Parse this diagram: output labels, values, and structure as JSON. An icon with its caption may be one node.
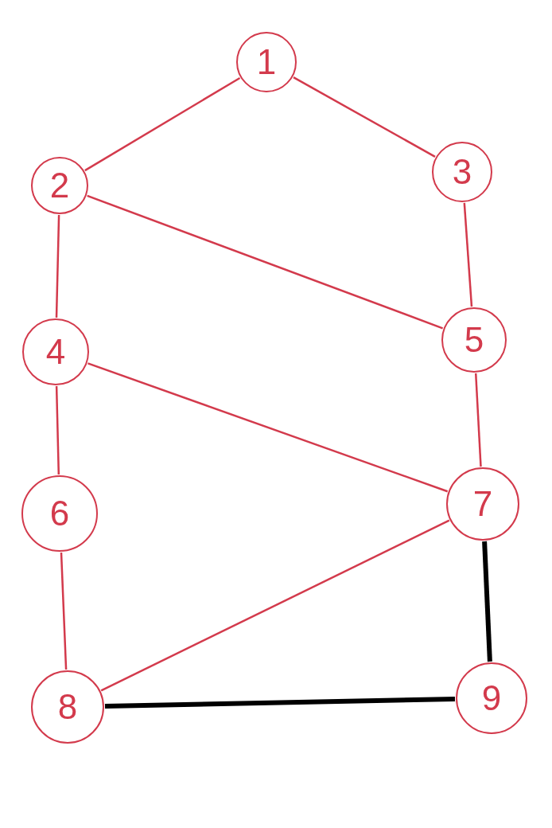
{
  "diagram": {
    "nodes": [
      {
        "text": [
          "1"
        ]
      },
      {
        "text": [
          "2"
        ]
      },
      {
        "text": [
          "3"
        ]
      },
      {
        "text": [
          "4"
        ]
      },
      {
        "text": [
          "5"
        ]
      },
      {
        "text": [
          "6"
        ]
      },
      {
        "text": [
          "7"
        ]
      },
      {
        "text": [
          "8"
        ]
      },
      {
        "text": [
          "9"
        ]
      }
    ],
    "edges": [
      {
        "from": 0,
        "to": 1,
        "arrow": "none"
      },
      {
        "from": 0,
        "to": 2,
        "arrow": "none"
      },
      {
        "from": 1,
        "to": 4,
        "arrow": "none"
      },
      {
        "from": 1,
        "to": 3,
        "arrow": "none"
      },
      {
        "from": 2,
        "to": 4,
        "arrow": "none"
      },
      {
        "from": 3,
        "to": 6,
        "arrow": "none"
      },
      {
        "from": 3,
        "to": 5,
        "arrow": "none"
      },
      {
        "from": 4,
        "to": 6,
        "arrow": "none"
      },
      {
        "from": 5,
        "to": 7,
        "arrow": "none"
      },
      {
        "from": 6,
        "to": 7,
        "arrow": "none"
      },
      {
        "from": 6,
        "to": 8,
        "arrow": "none",
        "style": "thick",
        "color": "#000000"
      },
      {
        "from": 7,
        "to": 8,
        "arrow": "none",
        "style": "thick",
        "color": "#000000"
      }
    ]
  }
}
